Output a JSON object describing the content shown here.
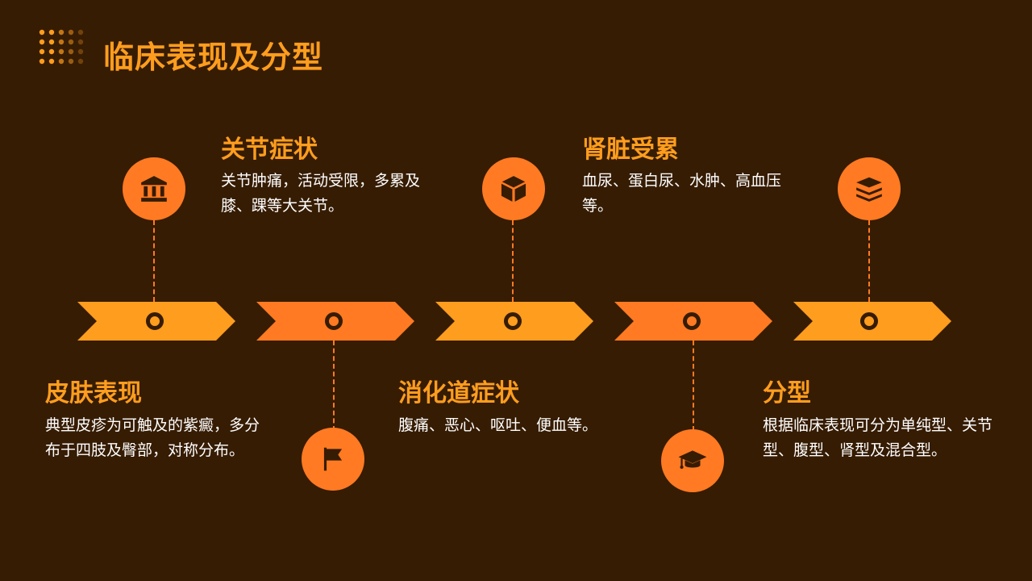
{
  "page": {
    "title": "临床表现及分型"
  },
  "colors": {
    "background": "#361c03",
    "accent_orange": "#ff7a22",
    "accent_amber": "#ff9d1e",
    "text": "#ffffff"
  },
  "timeline": [
    {
      "heading": "皮肤表现",
      "text": "典型皮疹为可触及的紫癜，多分布于四肢及臀部，对称分布。",
      "icon": "flag-icon"
    },
    {
      "heading": "关节症状",
      "text": "关节肿痛，活动受限，多累及膝、踝等大关节。",
      "icon": "bank-icon"
    },
    {
      "heading": "消化道症状",
      "text": "腹痛、恶心、呕吐、便血等。",
      "icon": "cube-icon"
    },
    {
      "heading": "肾脏受累",
      "text": "血尿、蛋白尿、水肿、高血压等。",
      "icon": "graduation-cap-icon"
    },
    {
      "heading": "分型",
      "text": "根据临床表现可分为单纯型、关节型、腹型、肾型及混合型。",
      "icon": "layers-icon"
    }
  ]
}
